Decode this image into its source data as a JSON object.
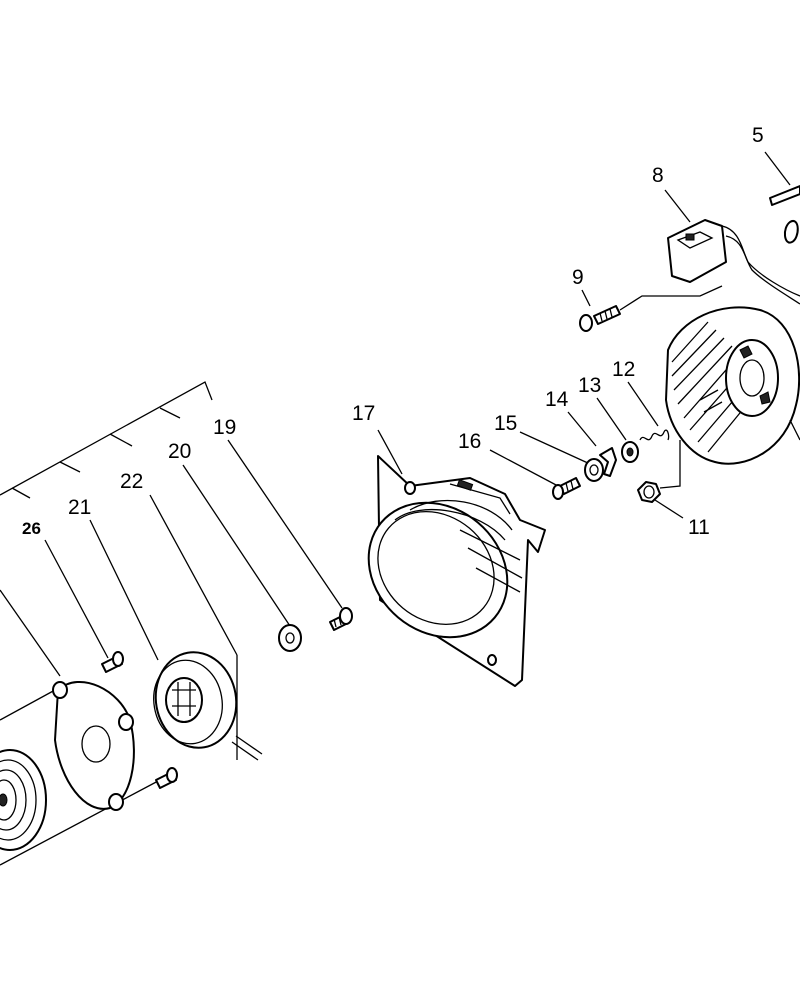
{
  "labels": {
    "p5": "5",
    "p8": "8",
    "p9": "9",
    "p11": "11",
    "p12": "12",
    "p13": "13",
    "p14": "14",
    "p15": "15",
    "p16": "16",
    "p17": "17",
    "p19": "19",
    "p20": "20",
    "p21": "21",
    "p22": "22",
    "p26": "26"
  }
}
